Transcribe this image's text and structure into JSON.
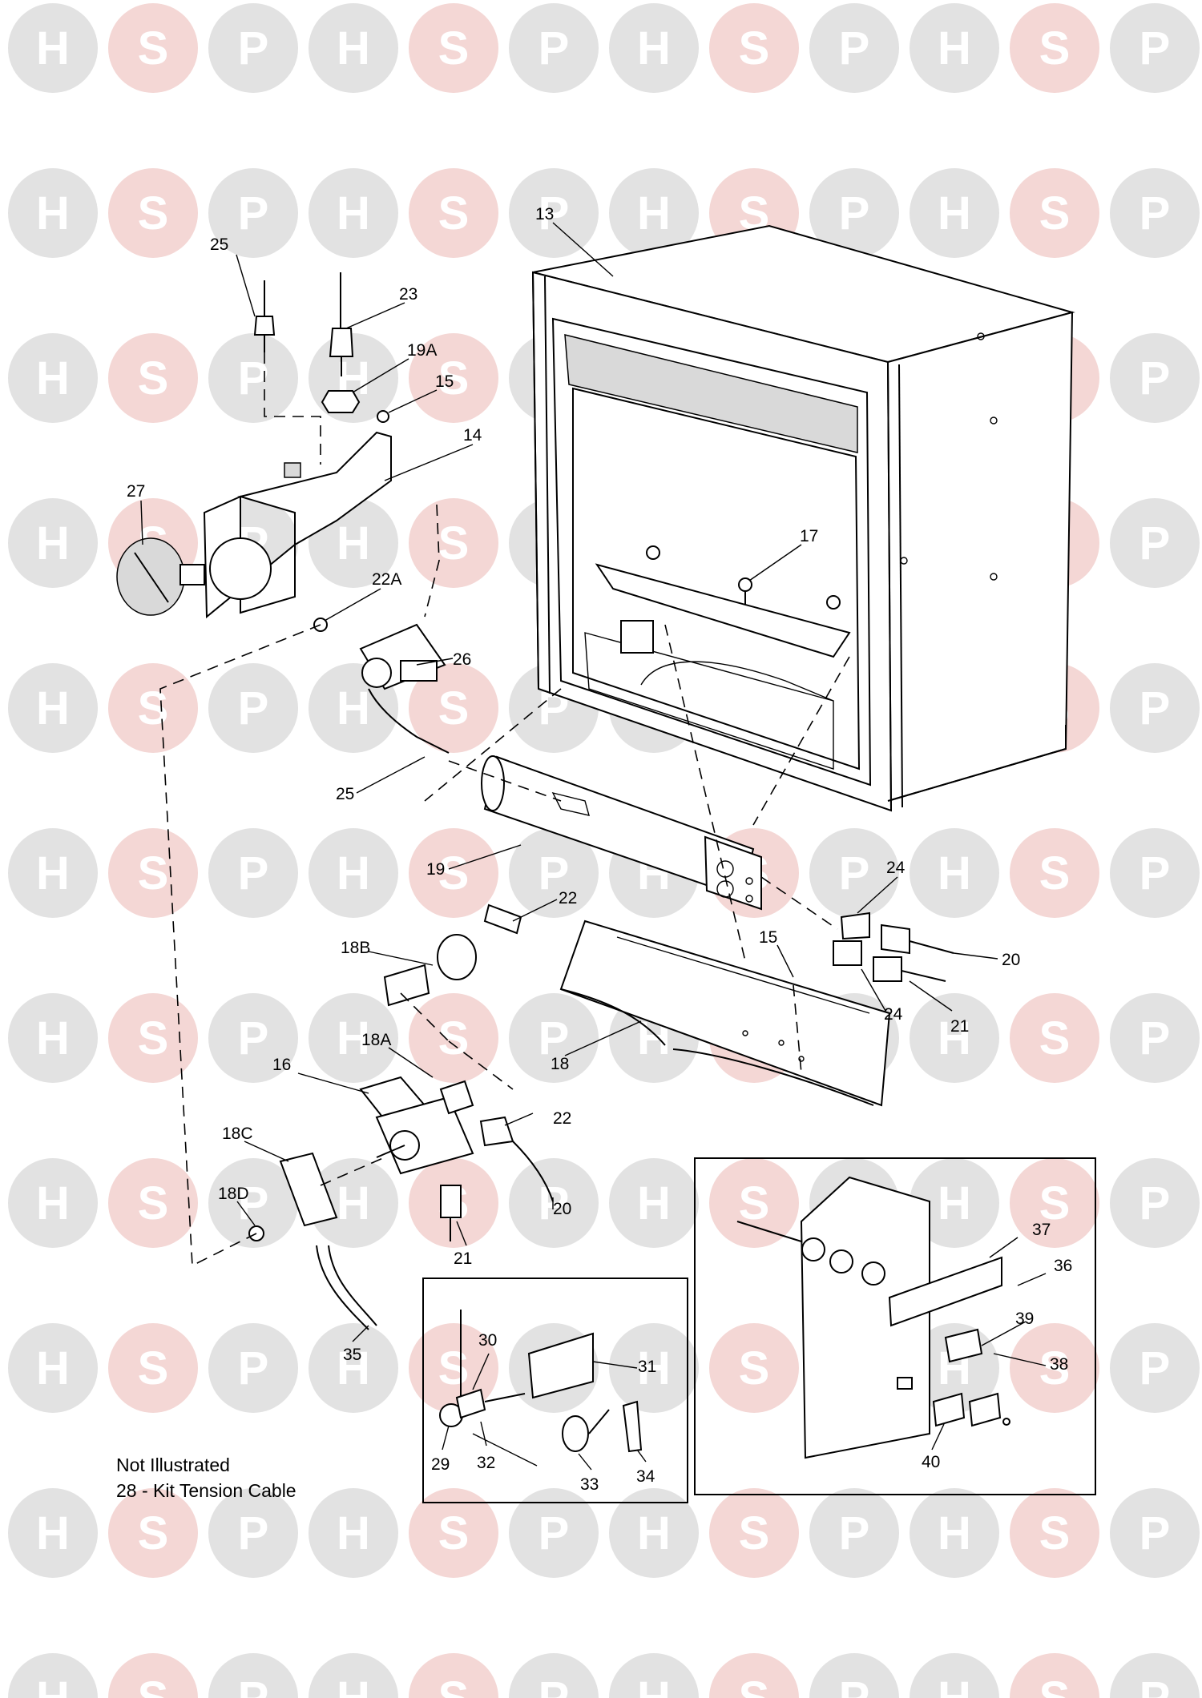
{
  "watermark": {
    "letters": [
      "H",
      "S",
      "P"
    ],
    "colors": {
      "H": "#e2e2e2",
      "S": "#f4d7d5",
      "P": "#e2e2e2"
    }
  },
  "callouts": [
    "13",
    "25",
    "23",
    "19A",
    "15",
    "14",
    "27",
    "22A",
    "26",
    "17",
    "25",
    "19",
    "22",
    "24",
    "20",
    "18B",
    "15",
    "24",
    "21",
    "18",
    "18A",
    "16",
    "22",
    "18C",
    "18D",
    "20",
    "21",
    "37",
    "36",
    "30",
    "31",
    "39",
    "38",
    "35",
    "29",
    "32",
    "33",
    "34",
    "40"
  ],
  "note": {
    "line1": "Not Illustrated",
    "line2": "28 - Kit Tension Cable"
  }
}
